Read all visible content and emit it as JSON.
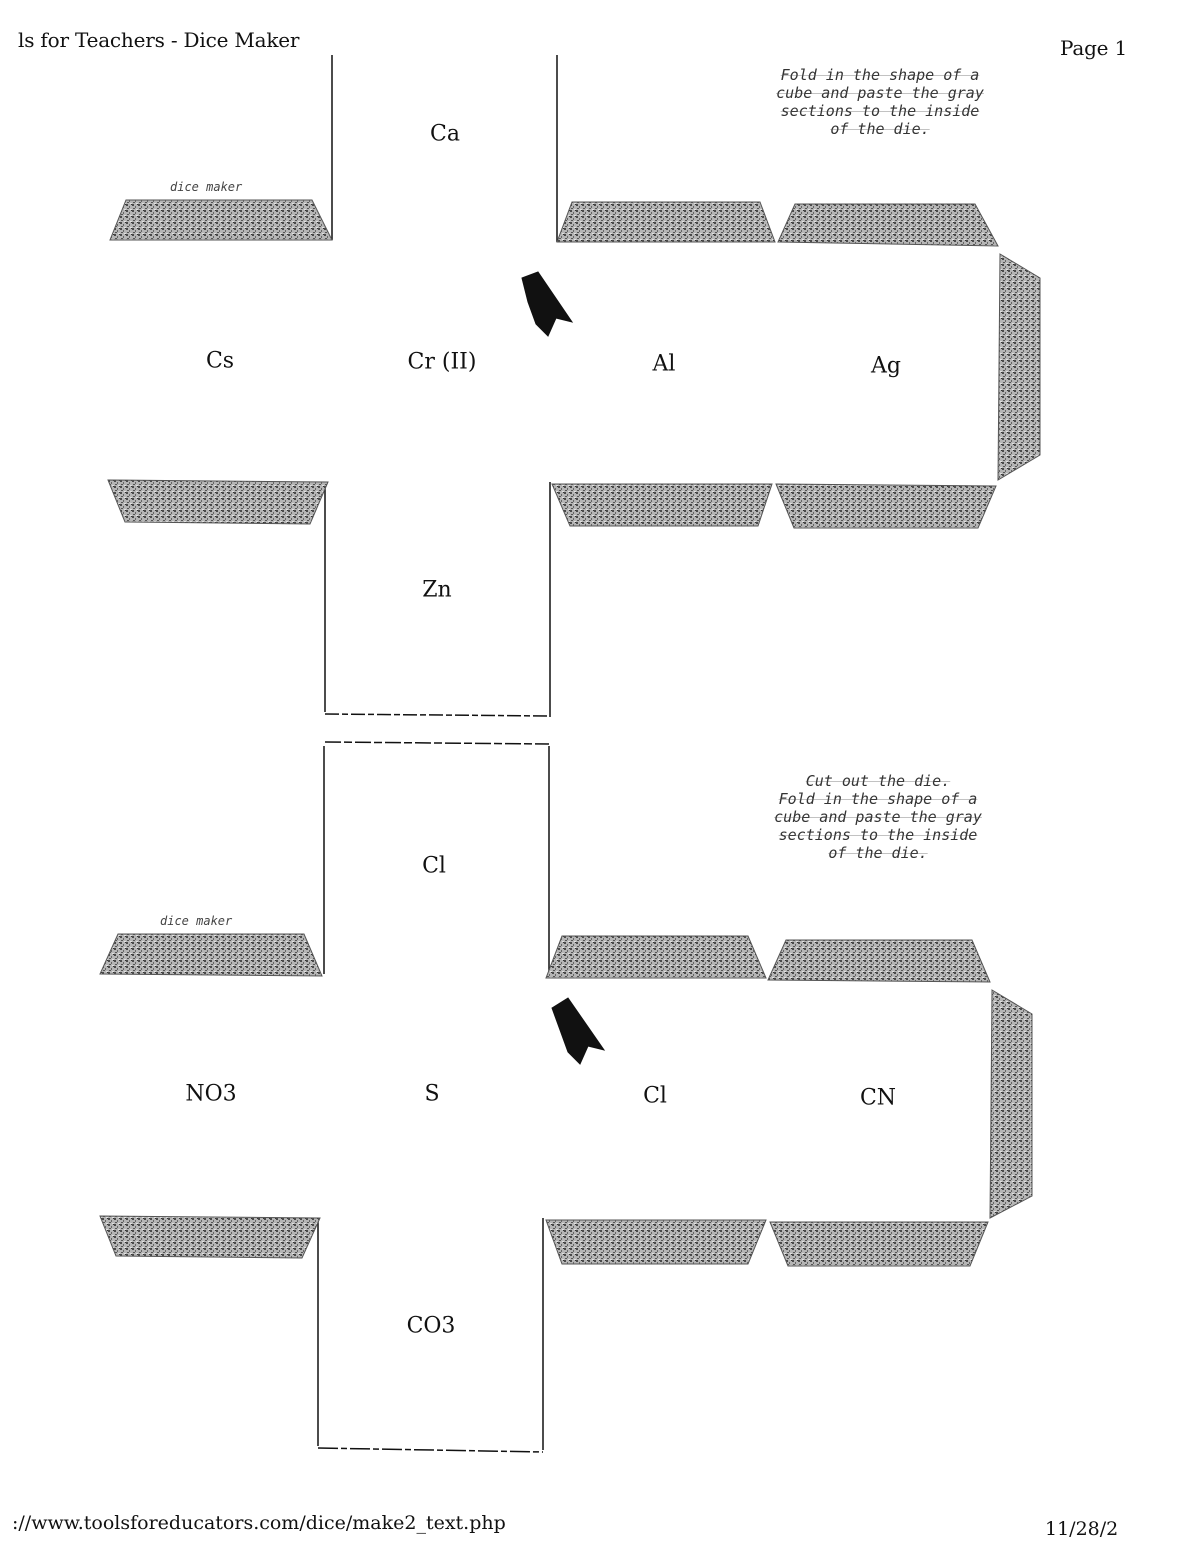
{
  "header": {
    "title": "ls for Teachers - Dice Maker",
    "page": "Page 1"
  },
  "footer": {
    "url": "://www.toolsforeducators.com/dice/make2_text.php",
    "date": "11/28/2"
  },
  "die1": {
    "faces": {
      "top": "Ca",
      "left": "Cs",
      "center": "Cr (II)",
      "right1": "Al",
      "right2": "Ag",
      "bottom": "Zn"
    },
    "instructions": [
      "Fold in the shape of a",
      "cube and paste the gray",
      "sections to the inside",
      "of the die."
    ],
    "brand": "dice maker"
  },
  "die2": {
    "faces": {
      "top": "Cl",
      "left": "NO3",
      "center": "S",
      "right1": "Cl",
      "right2": "CN",
      "bottom": "CO3"
    },
    "instructions": [
      "Cut out the die.",
      "Fold in the shape of a",
      "cube and paste the gray",
      "sections to the inside",
      "of the die."
    ],
    "brand": "dice maker"
  },
  "colors": {
    "ink": "#111111",
    "tab_fill": "#9a9a9a",
    "background": "#ffffff"
  }
}
